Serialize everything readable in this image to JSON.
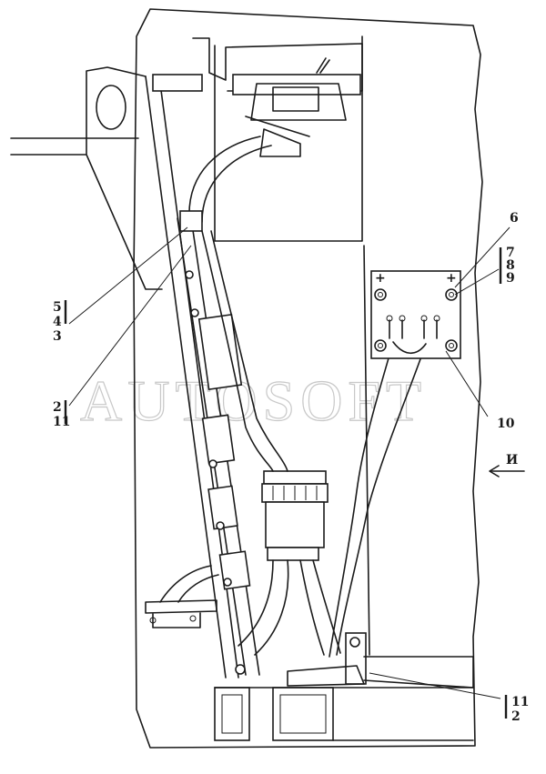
{
  "watermark": "AUTOSOFT",
  "view_marker": "И",
  "callouts": {
    "c6": "6",
    "c7": "7",
    "c8": "8",
    "c9": "9",
    "c10": "10",
    "left_stack": [
      "5",
      "4",
      "3"
    ],
    "mid_stack": [
      "2",
      "11"
    ],
    "bottom_stack": [
      "11",
      "2"
    ]
  },
  "panel_signs": [
    "+",
    "+"
  ]
}
